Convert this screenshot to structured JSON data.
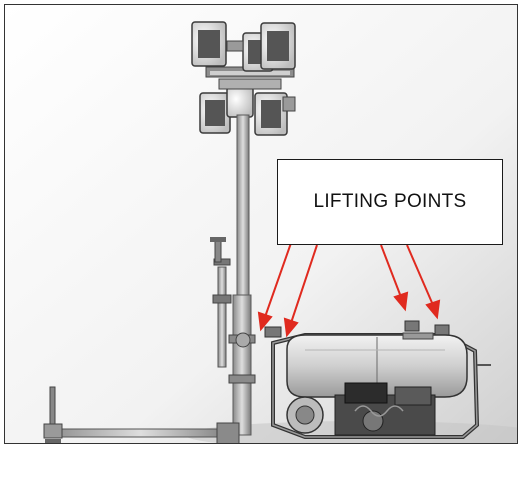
{
  "callout": {
    "label": "LIFTING POINTS",
    "arrow_color": "#e02a1f"
  },
  "illustration": {
    "subject": "mobile-light-tower-generator",
    "parts": [
      "lamp-head",
      "telescopic-mast",
      "outrigger-leg",
      "generator-frame",
      "engine",
      "fuel-tank"
    ]
  }
}
